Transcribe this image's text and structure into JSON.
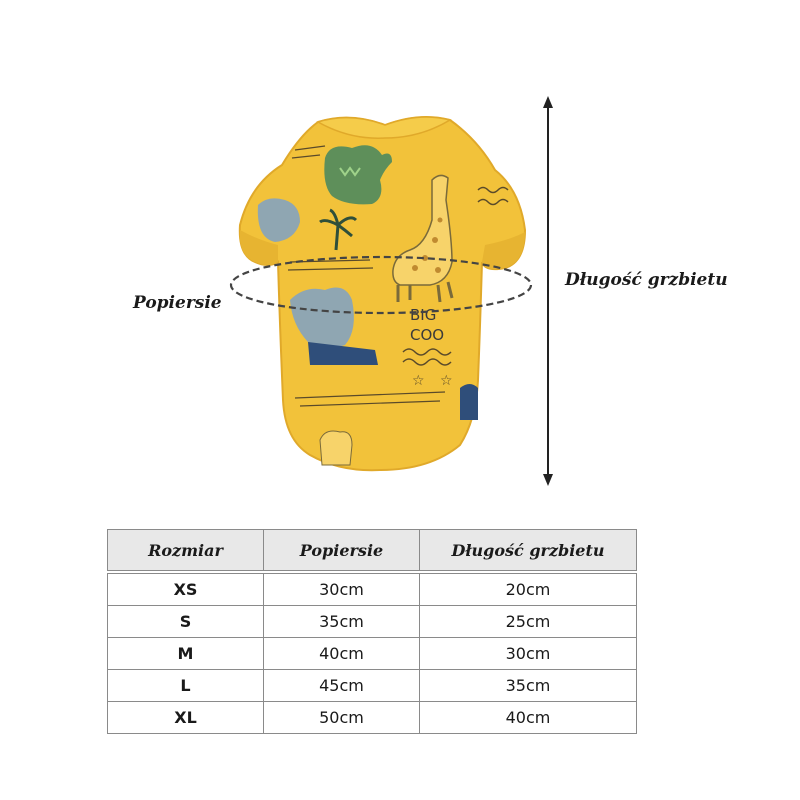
{
  "diagram": {
    "chest_label": "Popiersie",
    "back_length_label": "Długość grzbietu",
    "print_text_1": "BIG",
    "print_text_2": "COO"
  },
  "table": {
    "headers": [
      "Rozmiar",
      "Popiersie",
      "Długość grzbietu"
    ],
    "rows": [
      {
        "size": "XS",
        "chest": "30cm",
        "back": "20cm"
      },
      {
        "size": "S",
        "chest": "35cm",
        "back": "25cm"
      },
      {
        "size": "M",
        "chest": "40cm",
        "back": "30cm"
      },
      {
        "size": "L",
        "chest": "45cm",
        "back": "35cm"
      },
      {
        "size": "XL",
        "chest": "50cm",
        "back": "40cm"
      }
    ]
  },
  "colors": {
    "garment": "#f2c23a",
    "garment_shadow": "#e0a92a",
    "header_bg": "#e8e8e8",
    "border": "#8a8a8a",
    "text": "#1a1a1a"
  }
}
